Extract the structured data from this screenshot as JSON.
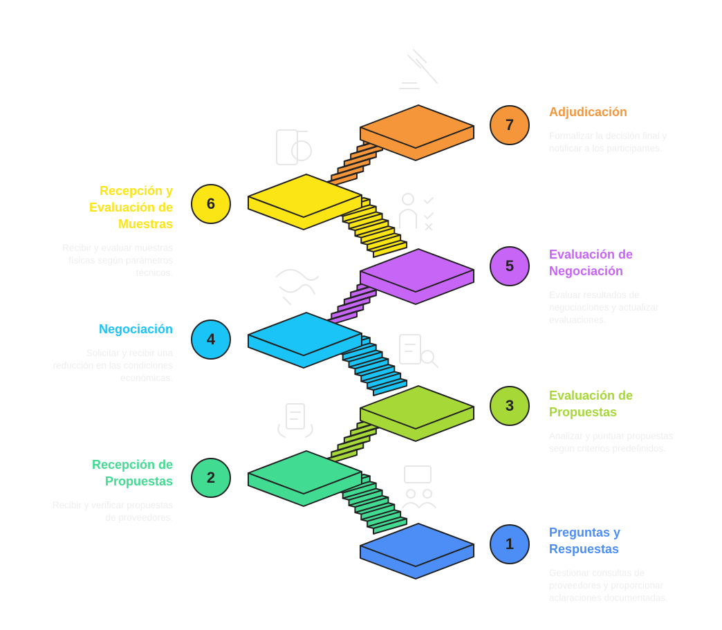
{
  "steps": [
    {
      "number": "1",
      "title": "Preguntas y Respuestas",
      "description": "Gestionar consultas de proveedores y proporcionar aclaraciones documentadas.",
      "color": "#4d8df6",
      "icon": "questions-people-icon"
    },
    {
      "number": "2",
      "title": "Recepción de Propuestas",
      "description": "Recibir y verificar propuestas de proveedores.",
      "color": "#41db92",
      "icon": "document-hands-icon"
    },
    {
      "number": "3",
      "title": "Evaluación de Propuestas",
      "description": "Analizar y puntuar propuestas según criterios predefinidos.",
      "color": "#a6d838",
      "icon": "clipboard-search-icon"
    },
    {
      "number": "4",
      "title": "Negociación",
      "description": "Solicitar y recibir una reducción en las condiciones económicas.",
      "color": "#1ac4f7",
      "icon": "handshake-icon"
    },
    {
      "number": "5",
      "title": "Evaluación de Negociación",
      "description": "Evaluar resultados de negociaciones y actualizar evaluaciones.",
      "color": "#c765f6",
      "icon": "person-checklist-icon"
    },
    {
      "number": "6",
      "title": "Recepción y Evaluación de Muestras",
      "description": "Recibir y evaluar muestras físicas según parámetros técnicos.",
      "color": "#fbe515",
      "icon": "lab-flask-icon"
    },
    {
      "number": "7",
      "title": "Adjudicación",
      "description": "Formalizar la decisión final y notificar a los participantes.",
      "color": "#f5963a",
      "icon": "gavel-icon"
    }
  ]
}
